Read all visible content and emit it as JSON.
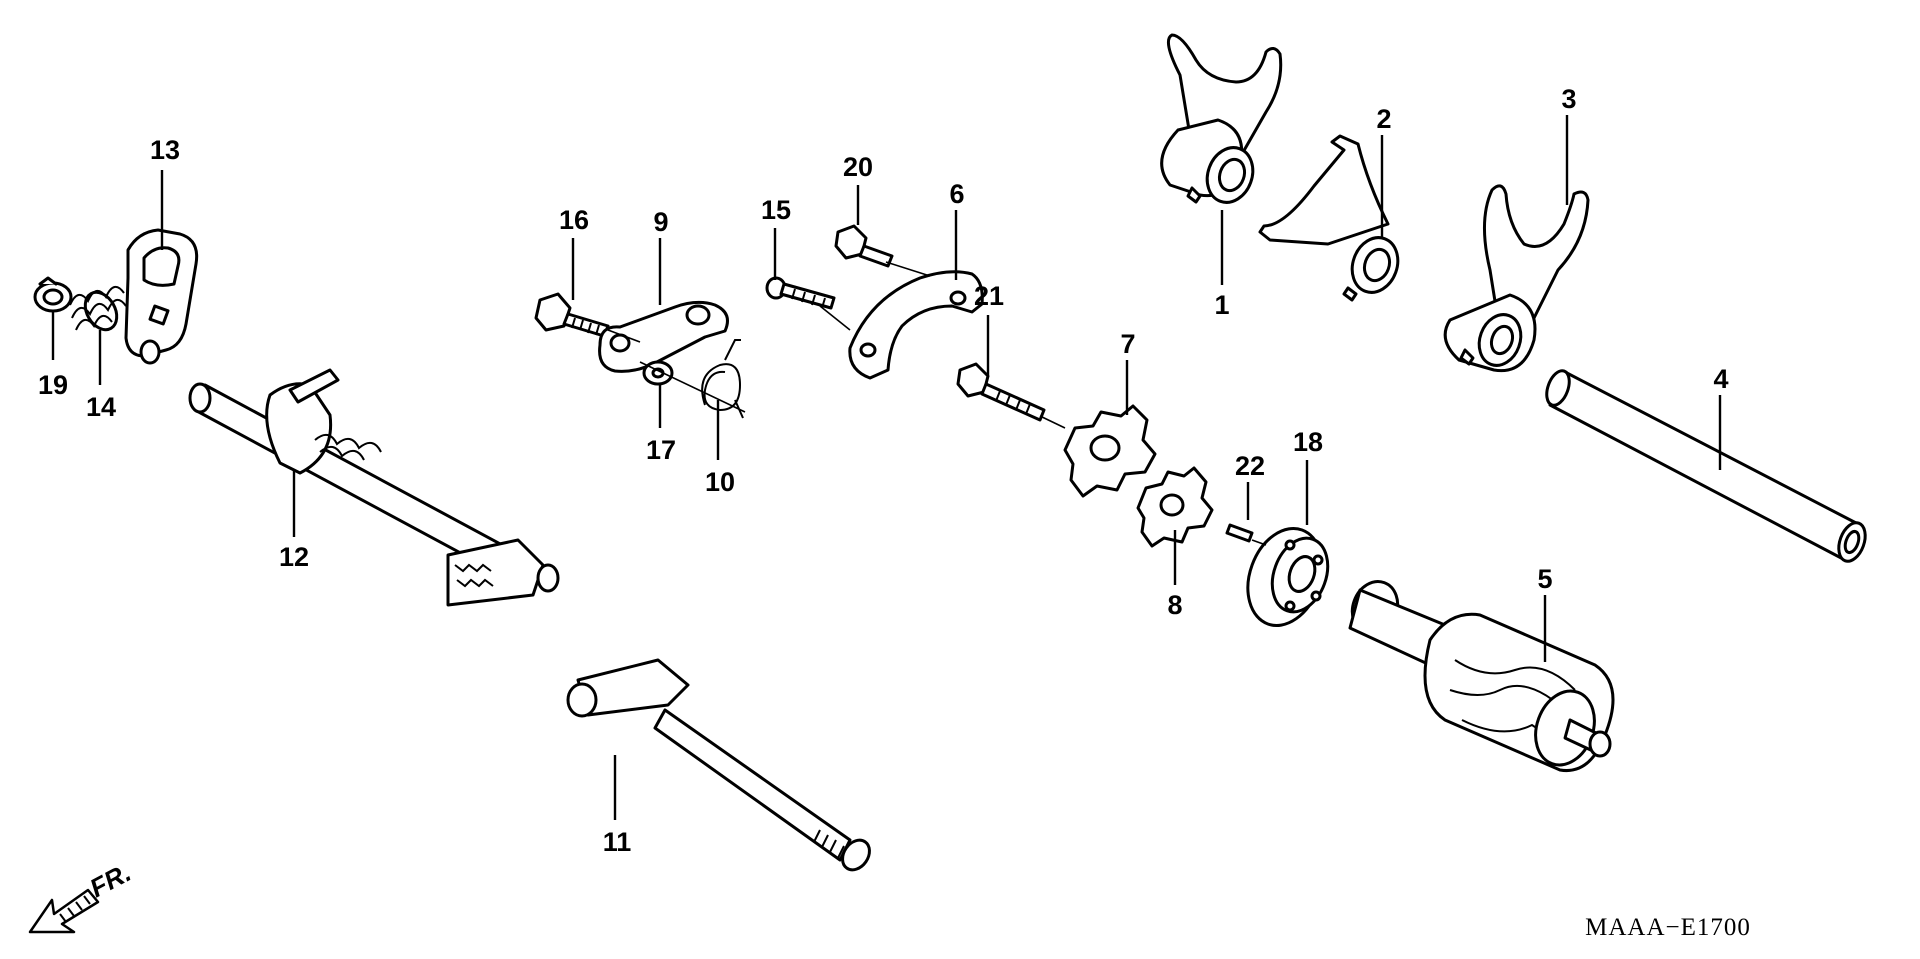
{
  "callouts": {
    "c1": "1",
    "c2": "2",
    "c3": "3",
    "c4": "4",
    "c5": "5",
    "c6": "6",
    "c7": "7",
    "c8": "8",
    "c9": "9",
    "c10": "10",
    "c11": "11",
    "c12": "12",
    "c13": "13",
    "c14": "14",
    "c15": "15",
    "c16": "16",
    "c17": "17",
    "c18": "18",
    "c19": "19",
    "c20": "20",
    "c21": "21",
    "c22": "22"
  },
  "direction_label": "FR.",
  "diagram_code": "MAAA−E1700"
}
